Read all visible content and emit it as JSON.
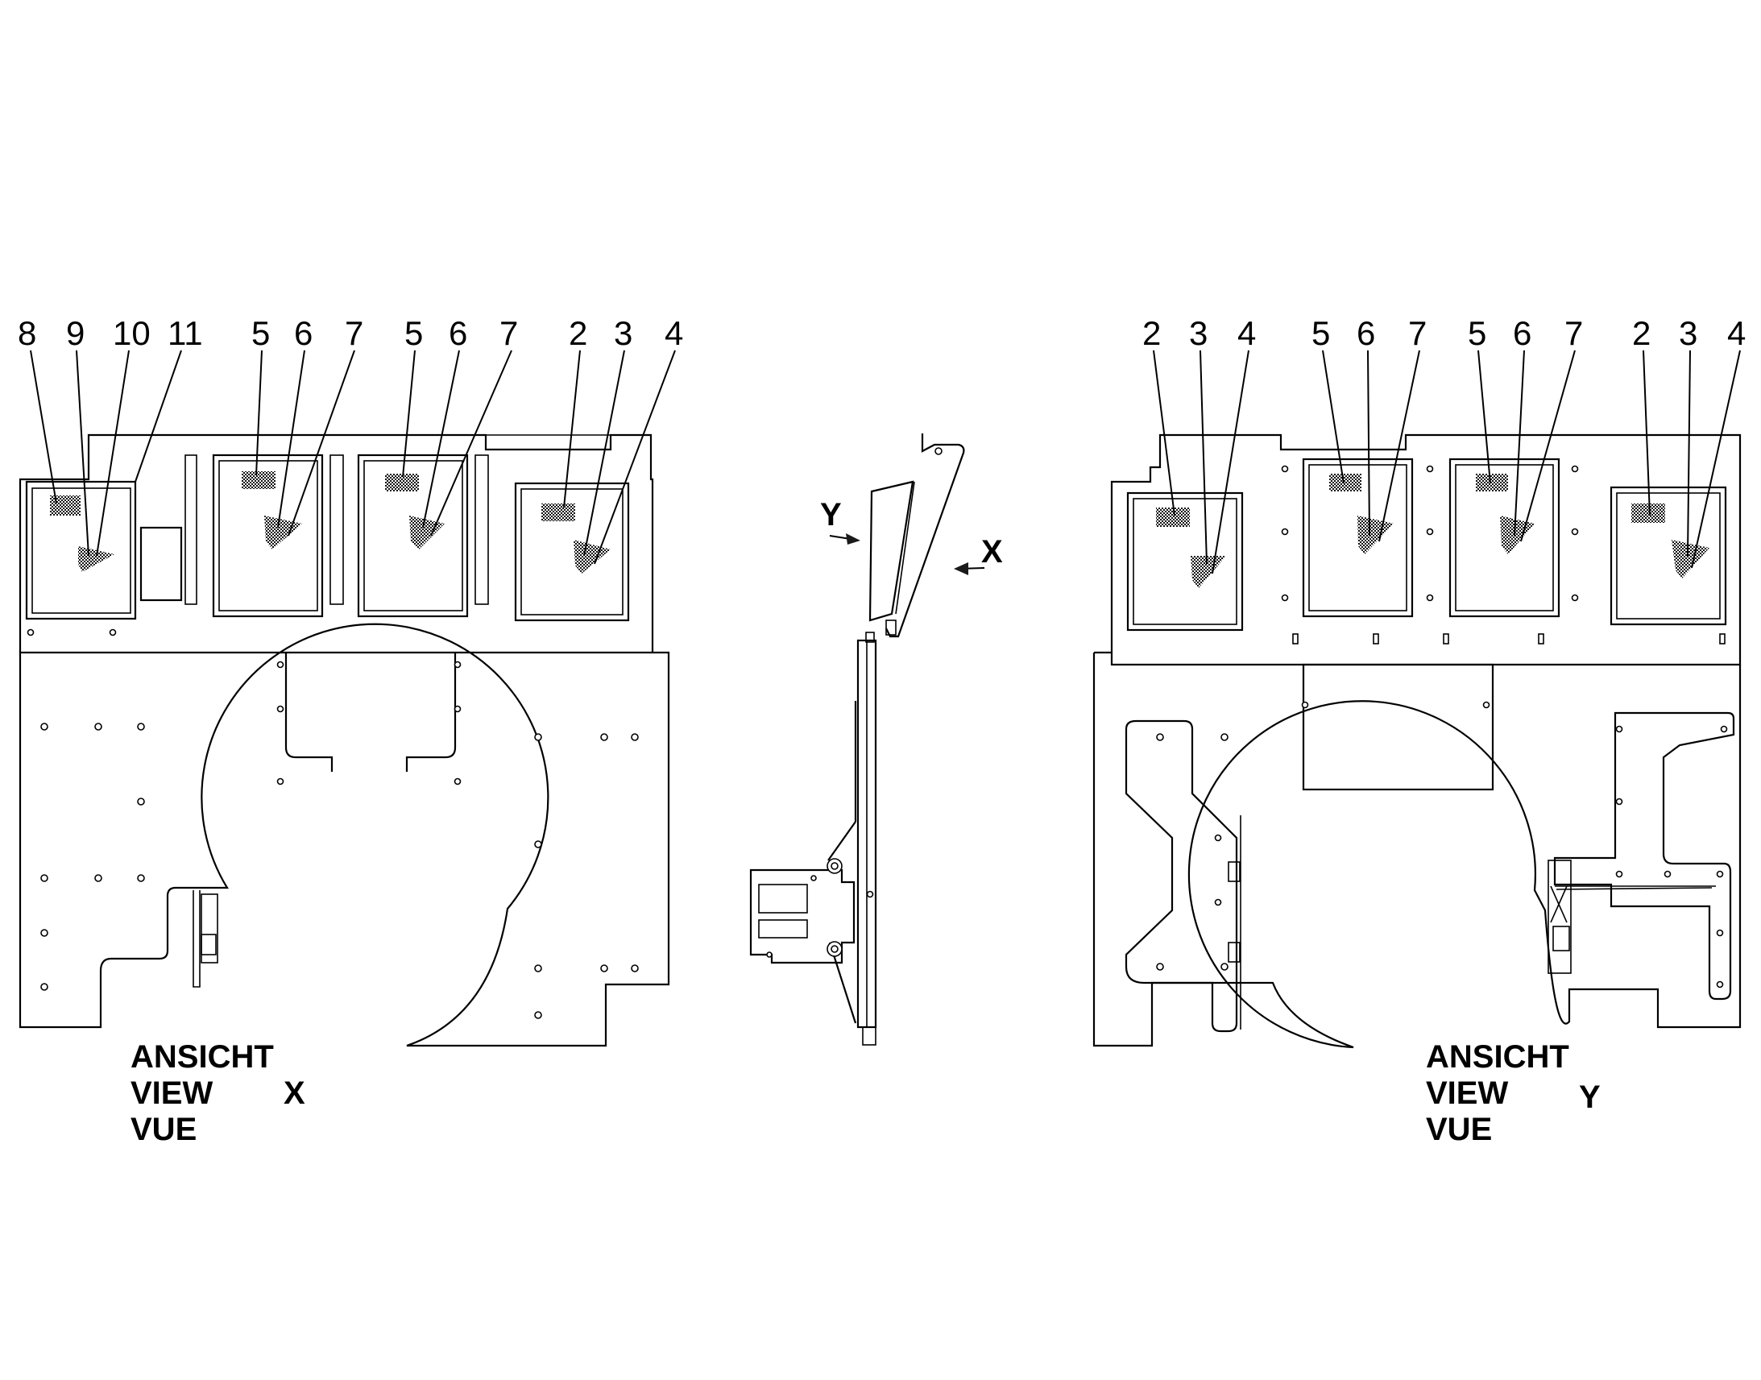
{
  "view_x": {
    "callouts": [
      "8",
      "9",
      "10",
      "11",
      "5",
      "6",
      "7",
      "5",
      "6",
      "7",
      "2",
      "3",
      "4"
    ],
    "caption": [
      "ANSICHT",
      "VIEW",
      "VUE"
    ],
    "letter": "X"
  },
  "side_view": {
    "arrow_labels": [
      "Y",
      "X"
    ]
  },
  "view_y": {
    "callouts": [
      "2",
      "3",
      "4",
      "5",
      "6",
      "7",
      "5",
      "6",
      "7",
      "2",
      "3",
      "4"
    ],
    "caption": [
      "ANSICHT",
      "VIEW",
      "VUE"
    ],
    "letter": "Y"
  },
  "colors": {
    "line": "#000000",
    "background": "#ffffff",
    "decal": "#3a3a3a"
  }
}
